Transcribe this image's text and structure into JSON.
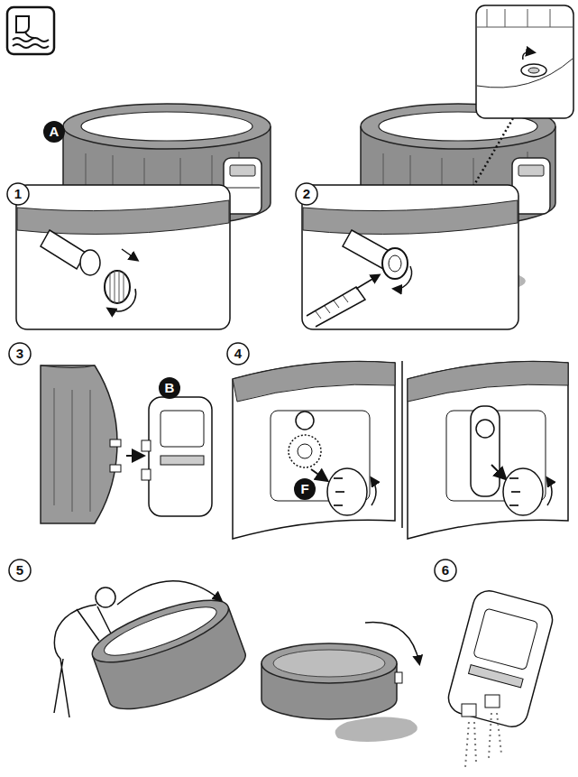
{
  "diagram": {
    "labels": [
      "A",
      "1",
      "2",
      "3",
      "B",
      "4",
      "F",
      "5",
      "6"
    ]
  }
}
